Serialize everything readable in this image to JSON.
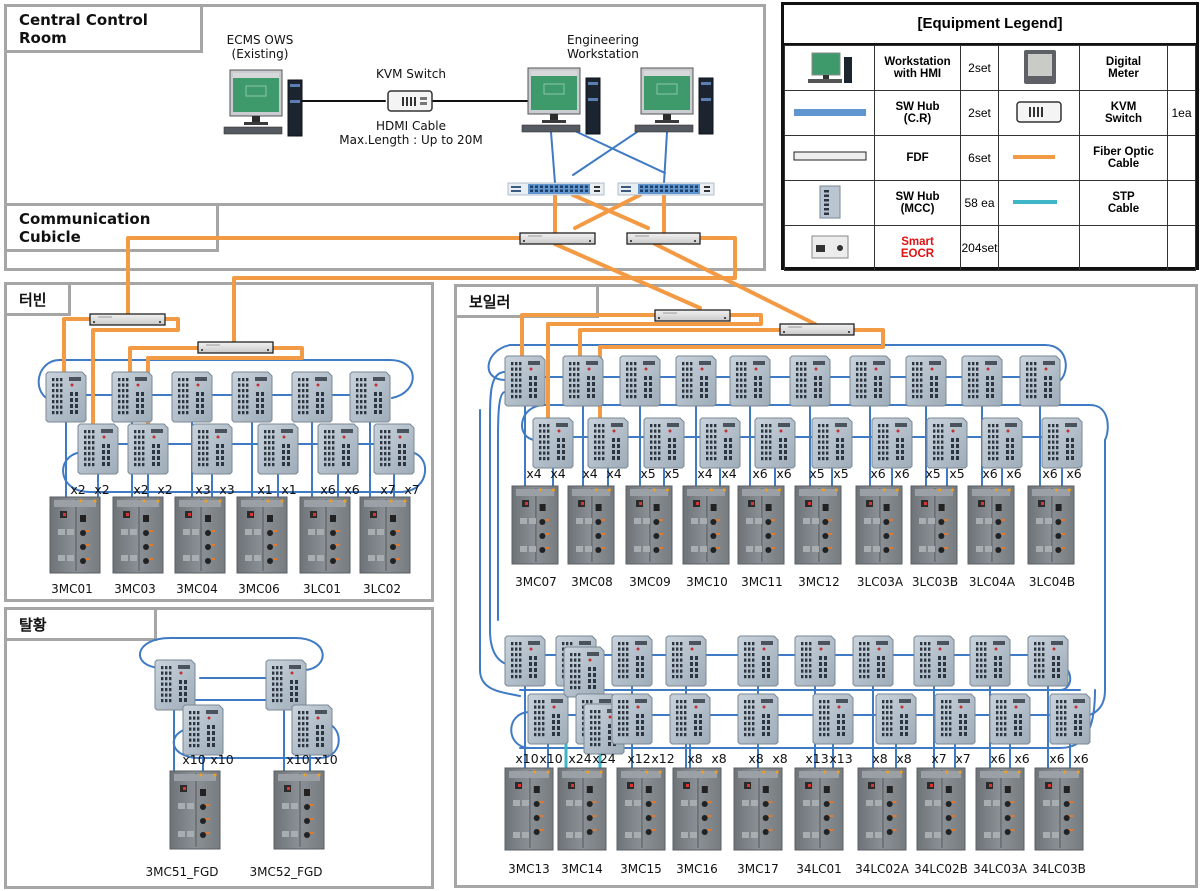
{
  "panels": {
    "central_control_room": "Central Control Room",
    "communication_cubicle": "Communication Cubicle",
    "turbine": "터빈",
    "desulfurization": "탈황",
    "boiler": "보일러"
  },
  "control_room": {
    "ecms_ows_label": [
      "ECMS OWS",
      "(Existing)"
    ],
    "kvm_switch_label": "KVM Switch",
    "hdmi_cable_label": [
      "HDMI Cable",
      "Max.Length : Up to 20M"
    ],
    "engineering_ws_label": [
      "Engineering",
      "Workstation"
    ]
  },
  "colors": {
    "fiber_optic": "#f39a45",
    "stp": "#3f7ac4",
    "stp_highlight": "#3fb6c8",
    "panel_border": "#a6a6a6",
    "eocr_red": "#e01010"
  },
  "legend": {
    "title": "[Equipment Legend]",
    "rows": [
      {
        "left_icon": "workstation-icon",
        "left_name": [
          "Workstation",
          "with HMI"
        ],
        "left_qty": "2set",
        "right_icon": "digital-meter-icon",
        "right_name": [
          "Digital",
          "Meter"
        ],
        "right_qty": ""
      },
      {
        "left_icon": "sw-hub-cr-icon",
        "left_name": [
          "SW Hub",
          "(C.R)"
        ],
        "left_qty": "2set",
        "right_icon": "kvm-switch-icon",
        "right_name": [
          "KVM",
          "Switch"
        ],
        "right_qty": "1ea"
      },
      {
        "left_icon": "fdf-icon",
        "left_name": [
          "FDF"
        ],
        "left_qty": "6set",
        "right_icon": "fiber-optic-cable-icon",
        "right_name": [
          "Fiber Optic",
          "Cable"
        ],
        "right_qty": ""
      },
      {
        "left_icon": "sw-hub-mcc-icon",
        "left_name": [
          "SW Hub",
          "(MCC)"
        ],
        "left_qty": "58 ea",
        "right_icon": "stp-cable-icon",
        "right_name": [
          "STP",
          "Cable"
        ],
        "right_qty": ""
      },
      {
        "left_icon": "smart-eocr-icon",
        "left_name": [
          "Smart",
          "EOCR"
        ],
        "left_qty": "204set",
        "right_icon": "",
        "right_name": [],
        "right_qty": ""
      }
    ]
  },
  "turbine": {
    "mccs": [
      {
        "name": "3MC01",
        "counts": [
          "x2",
          "x2"
        ]
      },
      {
        "name": "3MC03",
        "counts": [
          "x2",
          "x2"
        ]
      },
      {
        "name": "3MC04",
        "counts": [
          "x3",
          "x3"
        ]
      },
      {
        "name": "3MC06",
        "counts": [
          "x1",
          "x1"
        ]
      },
      {
        "name": "3LC01",
        "counts": [
          "x6",
          "x6"
        ]
      },
      {
        "name": "3LC02",
        "counts": [
          "x7",
          "x7"
        ]
      }
    ]
  },
  "desulfurization": {
    "mccs": [
      {
        "name": "3MC51_FGD",
        "counts": [
          "x10",
          "x10"
        ]
      },
      {
        "name": "3MC52_FGD",
        "counts": [
          "x10",
          "x10"
        ]
      }
    ]
  },
  "boiler": {
    "upper_mccs": [
      {
        "name": "3MC07",
        "counts": [
          "x4",
          "x4"
        ]
      },
      {
        "name": "3MC08",
        "counts": [
          "x4",
          "x4"
        ]
      },
      {
        "name": "3MC09",
        "counts": [
          "x5",
          "x5"
        ]
      },
      {
        "name": "3MC10",
        "counts": [
          "x4",
          "x4"
        ]
      },
      {
        "name": "3MC11",
        "counts": [
          "x6",
          "x6"
        ]
      },
      {
        "name": "3MC12",
        "counts": [
          "x5",
          "x5"
        ]
      },
      {
        "name": "3LC03A",
        "counts": [
          "x6",
          "x6"
        ]
      },
      {
        "name": "3LC03B",
        "counts": [
          "x5",
          "x5"
        ]
      },
      {
        "name": "3LC04A",
        "counts": [
          "x6",
          "x6"
        ]
      },
      {
        "name": "3LC04B",
        "counts": [
          "x6",
          "x6"
        ]
      }
    ],
    "lower_mccs": [
      {
        "name": "3MC13",
        "counts": [
          "x10",
          "x10"
        ]
      },
      {
        "name": "3MC14",
        "counts": [
          "x24",
          "x24"
        ]
      },
      {
        "name": "3MC15",
        "counts": [
          "x12",
          "x12"
        ]
      },
      {
        "name": "3MC16",
        "counts": [
          "x8",
          "x8"
        ]
      },
      {
        "name": "3MC17",
        "counts": [
          "x8",
          "x8"
        ]
      },
      {
        "name": "34LC01",
        "counts": [
          "x13",
          "x13"
        ]
      },
      {
        "name": "34LC02A",
        "counts": [
          "x8",
          "x8"
        ]
      },
      {
        "name": "34LC02B",
        "counts": [
          "x7",
          "x7"
        ]
      },
      {
        "name": "34LC03A",
        "counts": [
          "x6",
          "x6"
        ]
      },
      {
        "name": "34LC03B",
        "counts": [
          "x6",
          "x6"
        ]
      }
    ]
  }
}
